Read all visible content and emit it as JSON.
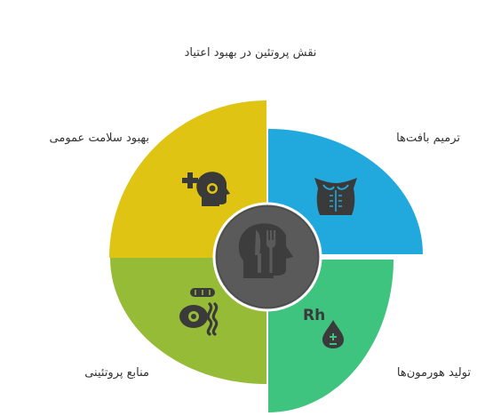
{
  "title": "نقش پروتئین در بهبود اعتیاد",
  "quadrants": {
    "top_left": {
      "label": "بهبود سلامت عمومی",
      "color": "#DFC414",
      "icon": "head-plus-icon"
    },
    "top_right": {
      "label": "ترمیم بافت‌ها",
      "color": "#21A9DD",
      "icon": "torso-muscle-icon"
    },
    "bottom_left": {
      "label": "منابع پروتئینی",
      "color": "#96BC37",
      "icon": "protein-food-icon"
    },
    "bottom_right": {
      "label": "تولید هورمون‌ها",
      "color": "#3EC47F",
      "icon": "hormone-drop-icon"
    }
  },
  "center": {
    "color": "#5A5A5A",
    "icon": "head-fork-knife-icon"
  },
  "icon_text": {
    "rh": "Rh"
  }
}
